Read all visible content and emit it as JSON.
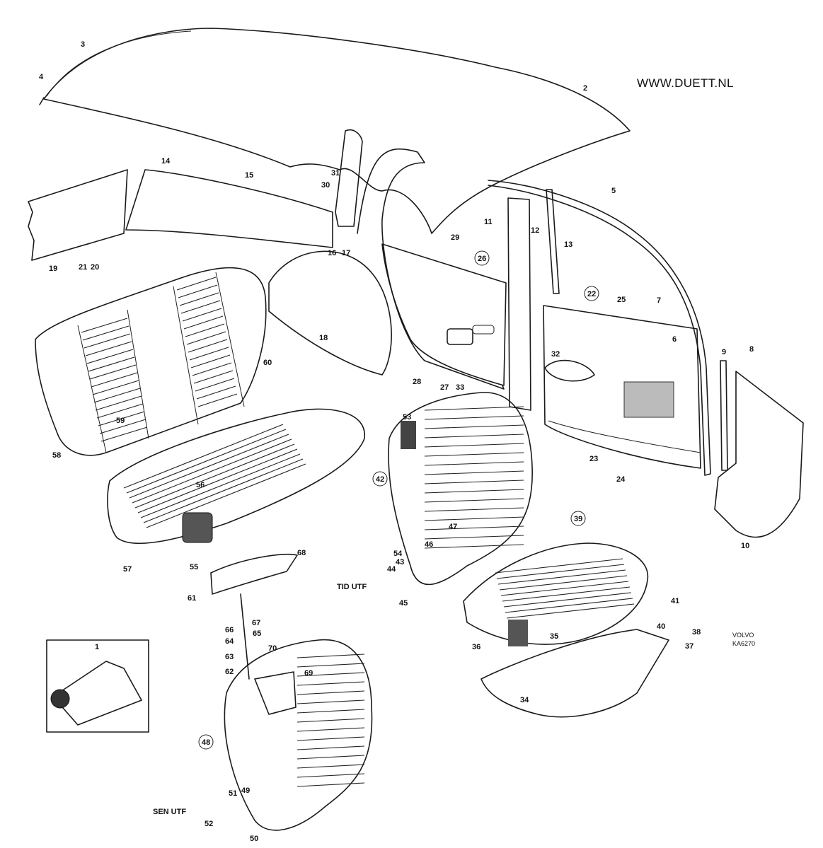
{
  "watermark": "WWW.DUETT.NL",
  "drawing_code": [
    "VOLVO",
    "KA6270"
  ],
  "group_labels": {
    "backrest_tilt": "TID UTF",
    "side_release": "SEN UTF"
  },
  "part_numbers": [
    "3",
    "4",
    "2",
    "14",
    "15",
    "31",
    "30",
    "11",
    "12",
    "5",
    "13",
    "29",
    "26",
    "16",
    "17",
    "19",
    "21",
    "20",
    "22",
    "25",
    "7",
    "6",
    "60",
    "18",
    "32",
    "28",
    "27",
    "33",
    "9",
    "8",
    "53",
    "42",
    "59",
    "58",
    "56",
    "23",
    "24",
    "47",
    "46",
    "54",
    "43",
    "44",
    "45",
    "39",
    "10",
    "57",
    "55",
    "68",
    "61",
    "67",
    "66",
    "65",
    "64",
    "63",
    "62",
    "70",
    "69",
    "41",
    "40",
    "38",
    "37",
    "36",
    "35",
    "1",
    "34",
    "48",
    "51",
    "49",
    "52",
    "50"
  ],
  "circled_parts": [
    "26",
    "22",
    "42",
    "39",
    "48"
  ]
}
